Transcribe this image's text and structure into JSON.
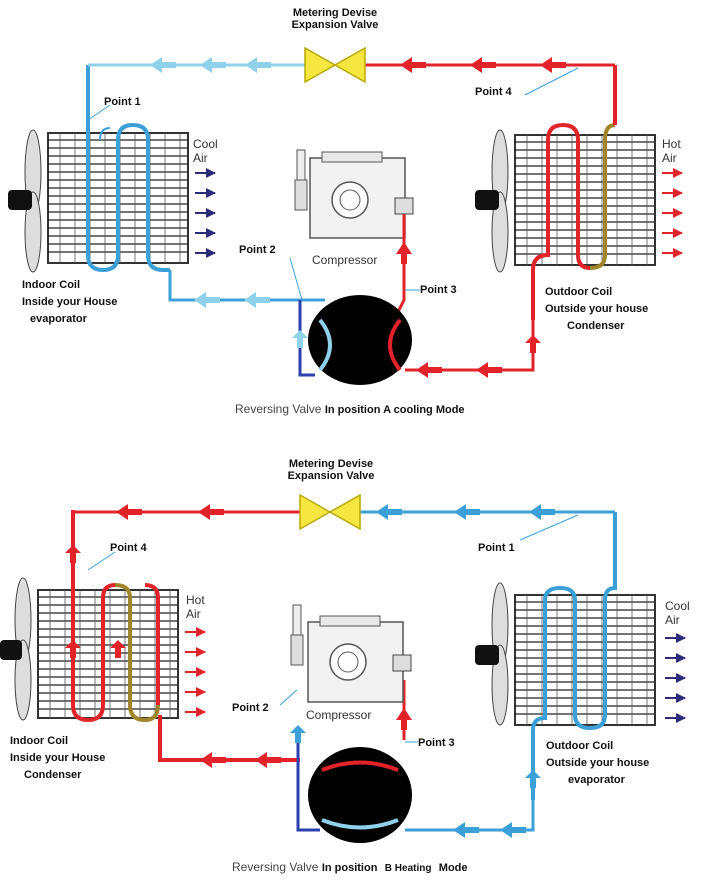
{
  "top": {
    "metering_line1": "Metering Devise",
    "metering_line2": "Expansion Valve",
    "point1": "Point 1",
    "point2": "Point 2",
    "point3": "Point 3",
    "point4": "Point 4",
    "left_air_1": "Cool",
    "left_air_2": "Air",
    "right_air_1": "Hot",
    "right_air_2": "Air",
    "compressor": "Compressor",
    "left_coil_1": "Indoor Coil",
    "left_coil_2": "Inside your House",
    "left_coil_3": "evaporator",
    "right_coil_1": "Outdoor Coil",
    "right_coil_2": "Outside your house",
    "right_coil_3": "Condenser",
    "caption_part1": "Reversing Valve",
    "caption_part2": "In position A cooling Mode"
  },
  "bottom": {
    "metering_line1": "Metering Devise",
    "metering_line2": "Expansion Valve",
    "point1": "Point 1",
    "point2": "Point 2",
    "point3": "Point 3",
    "point4": "Point 4",
    "left_air_1": "Hot",
    "left_air_2": "Air",
    "right_air_1": "Cool",
    "right_air_2": "Air",
    "compressor": "Compressor",
    "left_coil_1": "Indoor Coil",
    "left_coil_2": "Inside your House",
    "left_coil_3": "Condenser",
    "right_coil_1": "Outdoor Coil",
    "right_coil_2": "Outside your house",
    "right_coil_3": "evaporator",
    "caption_part1": "Reversing Valve",
    "caption_part2": "In position",
    "caption_part3": "B Heating",
    "caption_part4": "Mode"
  },
  "colors": {
    "hot": "#e2232a",
    "cold": "#3b9fd8",
    "cold_light": "#8fd0ea",
    "valve": "#f5e642",
    "suction_blue": "#2b3fae",
    "air_arrow_blue": "#2b2b7a",
    "air_arrow_red": "#e2232a"
  }
}
